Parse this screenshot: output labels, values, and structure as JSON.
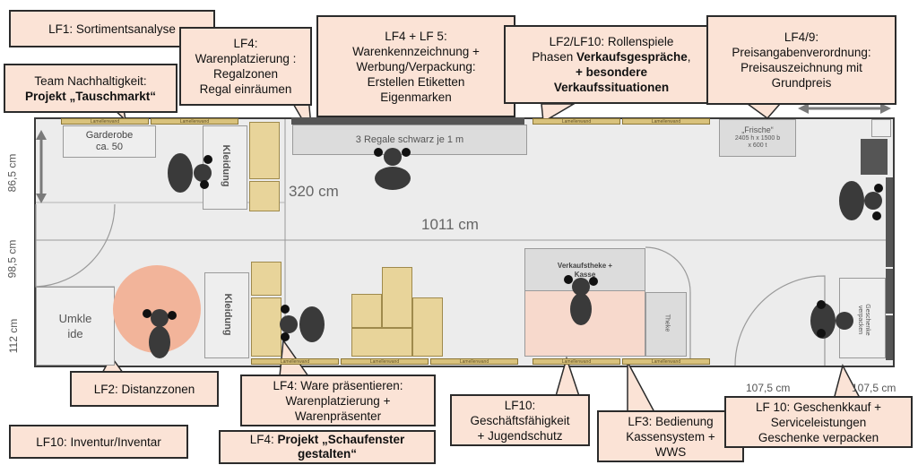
{
  "callouts": {
    "lf1": "LF1: Sortimentsanalyse",
    "lf4_regal_title": "LF4:",
    "lf4_regal_l1": "Warenplatzierung :",
    "lf4_regal_l2": "Regalzonen",
    "lf4_regal_l3": "Regal einräumen",
    "lf45_l1": "LF4 + LF 5:",
    "lf45_l2": "Warenkennzeichnung +",
    "lf45_l3": "Werbung/Verpackung:",
    "lf45_l4": "Erstellen Etiketten",
    "lf45_l5": "Eigenmarken",
    "lf210_l1": "LF2/LF10: Rollenspiele",
    "lf210_l2a": "Phasen ",
    "lf210_l2b": "Verkaufsgespräche",
    "lf210_l2c": ",",
    "lf210_l3": "+ besondere",
    "lf210_l4": "Verkaufssituationen",
    "lf49_l1": "LF4/9:",
    "lf49_l2": "Preisangabenverordnung:",
    "lf49_l3": "Preisauszeichnung mit",
    "lf49_l4": "Grundpreis",
    "team_l1": "Team Nachhaltigkeit:",
    "team_l2": "Projekt „Tauschmarkt“",
    "lf2_dist": "LF2: Distanzzonen",
    "lf4_praes_l1": "LF4: Ware präsentieren:",
    "lf4_praes_l2": "Warenplatzierung +",
    "lf4_praes_l3": "Warenpräsenter",
    "lf10_gf_l1": "LF10:",
    "lf10_gf_l2": "Geschäftsfähigkeit",
    "lf10_gf_l3": "+ Jugendschutz",
    "lf3_l1": "LF3: Bedienung",
    "lf3_l2": "Kassensystem +",
    "lf3_l3": "WWS",
    "lf10_gk_l1": "LF 10: Geschenkkauf +",
    "lf10_gk_l2": "Serviceleistungen",
    "lf10_gk_l3": "Geschenke verpacken",
    "lf10_inv": "LF10: Inventur/Inventar",
    "lf4_schau_a": "LF4: ",
    "lf4_schau_b": "Projekt „Schaufenster",
    "lf4_schau_c": "gestalten“"
  },
  "plan": {
    "garderobe_l1": "Garderobe",
    "garderobe_l2": "ca. 50",
    "kleidung_top": "Kleidung",
    "kleidung_bottom": "Kleidung",
    "regale": "3 Regale schwarz je 1 m",
    "frische_l1": "„Frische“",
    "frische_l2": "2405 h x 1500 b",
    "frische_l3": "x 600 t",
    "dim_320": "320 cm",
    "dim_1011": "1011 cm",
    "dim_865": "86,5 cm",
    "dim_985": "98,5 cm",
    "dim_112": "112 cm",
    "dim_1075a": "107,5 cm",
    "dim_1075b": "107,5 cm",
    "umkleide_l1": "Umkle",
    "umkleide_l2": "ide",
    "verkaufstheke_l1": "Verkaufstheke +",
    "verkaufstheke_l2": "Kasse",
    "theke": "Theke",
    "geschenke_l1": "Geschenke",
    "geschenke_l2": "verpacken",
    "lamelle": "Lamellenwand"
  }
}
